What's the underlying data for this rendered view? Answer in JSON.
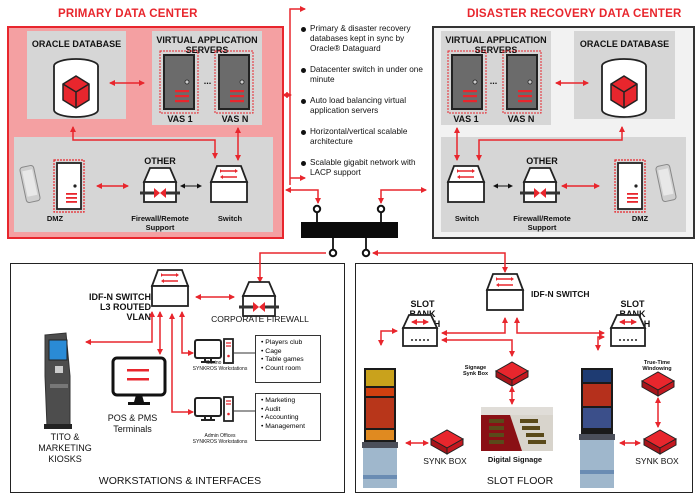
{
  "primary": {
    "title": "PRIMARY DATA CENTER",
    "oracle": "ORACLE DATABASE",
    "vas_title": "VIRTUAL APPLICATION SERVERS",
    "vas1": "VAS 1",
    "vasn": "VAS N",
    "ellipsis": "...",
    "other": "OTHER",
    "dmz": "DMZ",
    "firewall_line1": "Firewall/Remote",
    "firewall_line2": "Support",
    "switch": "Switch"
  },
  "recovery": {
    "title": "DISASTER RECOVERY DATA CENTER",
    "oracle": "ORACLE DATABASE",
    "vas_title": "VIRTUAL APPLICATION SERVERS",
    "vas1": "VAS 1",
    "vasn": "VAS N",
    "ellipsis": "...",
    "other": "OTHER",
    "dmz": "DMZ",
    "firewall_line1": "Firewall/Remote",
    "firewall_line2": "Support",
    "switch": "Switch"
  },
  "features": [
    "Primary & disaster recovery databases kept in sync by Oracle® Dataguard",
    "Datacenter switch in under one minute",
    "Auto load balancing virtual application servers",
    "Horizontal/vertical scalable architecture",
    "Scalable gigabit network with LACP support"
  ],
  "workstations": {
    "title": "WORKSTATIONS & INTERFACES",
    "idf_line1": "IDF-N SWITCH",
    "idf_line2": "L3 ROUTED VLAN",
    "corporate_firewall": "CORPORATE FIREWALL",
    "kiosk_line1": "TITO &",
    "kiosk_line2": "MARKETING",
    "kiosk_line3": "KIOSKS",
    "pos_line1": "POS & PMS",
    "pos_line2": "Terminals",
    "casino_line1": "Casino Floor",
    "casino_line2": "SYNKROS Workstations",
    "casino_items": [
      "Players club",
      "Cage",
      "Table games",
      "Count room"
    ],
    "admin_line1": "Admin Offices",
    "admin_line2": "SYNKROS Workstations",
    "admin_items": [
      "Marketing",
      "Audit",
      "Accounting",
      "Management"
    ]
  },
  "slotfloor": {
    "title": "SLOT FLOOR",
    "idf": "IDF-N SWITCH",
    "slot_bank_left_line1": "SLOT BANK",
    "slot_bank_left_line2": "SWITCH",
    "slot_bank_right_line1": "SLOT BANK",
    "slot_bank_right_line2": "SWITCH",
    "signage_line1": "Signage",
    "signage_line2": "Synk Box",
    "truetime_line1": "True-Time",
    "truetime_line2": "Windowing",
    "digital_signage": "Digital Signage",
    "synk_left": "SYNK BOX",
    "synk_right": "SYNK BOX"
  },
  "colors": {
    "accent_red": "#e8262d",
    "primary_fill": "#f4a0a2",
    "panel_grey": "#d6d6d6",
    "recovery_fill": "#f2f2f2"
  }
}
